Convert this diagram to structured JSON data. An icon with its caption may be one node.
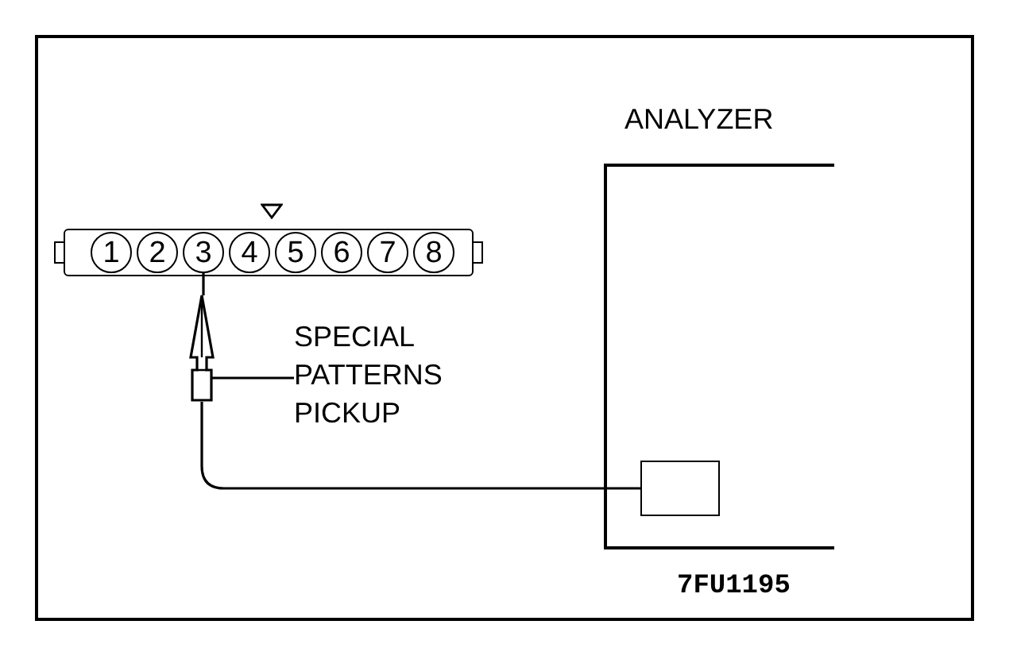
{
  "diagram": {
    "nodes": [
      {
        "text": [
          "ANALYZER"
        ]
      },
      {
        "text": [],
        "shape": "box",
        "in": 0
      },
      {
        "text": [
          "1"
        ]
      },
      {
        "text": [
          "2"
        ]
      },
      {
        "text": [
          "3"
        ]
      },
      {
        "text": [
          "4"
        ]
      },
      {
        "text": [
          "5"
        ]
      },
      {
        "text": [
          "6"
        ]
      },
      {
        "text": [
          "7"
        ]
      },
      {
        "text": [
          "8"
        ]
      },
      {
        "text": [],
        "shape": "picture"
      },
      {
        "text": [
          "SPECIAL PATTERNS PICKUP"
        ]
      }
    ],
    "edges": [
      {
        "from": 4,
        "to": 10,
        "arrow": "none"
      },
      {
        "from": 10,
        "to": 1,
        "arrow": "none"
      },
      {
        "from": 11,
        "to": 10,
        "arrow": "none"
      }
    ],
    "labels": [
      "7FU1195"
    ]
  }
}
